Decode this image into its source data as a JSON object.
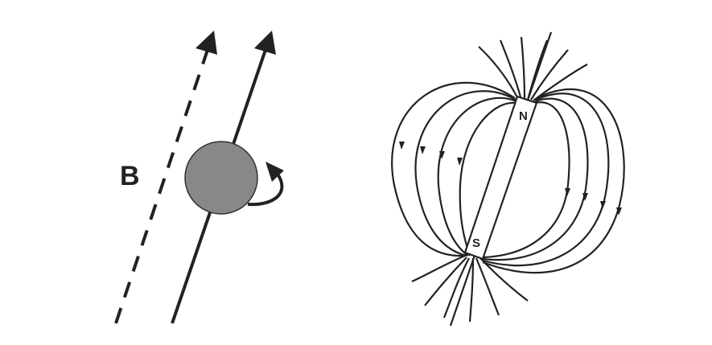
{
  "left_panel": {
    "field_label": "B"
  },
  "right_panel": {
    "north_label": "N",
    "south_label": "S"
  }
}
